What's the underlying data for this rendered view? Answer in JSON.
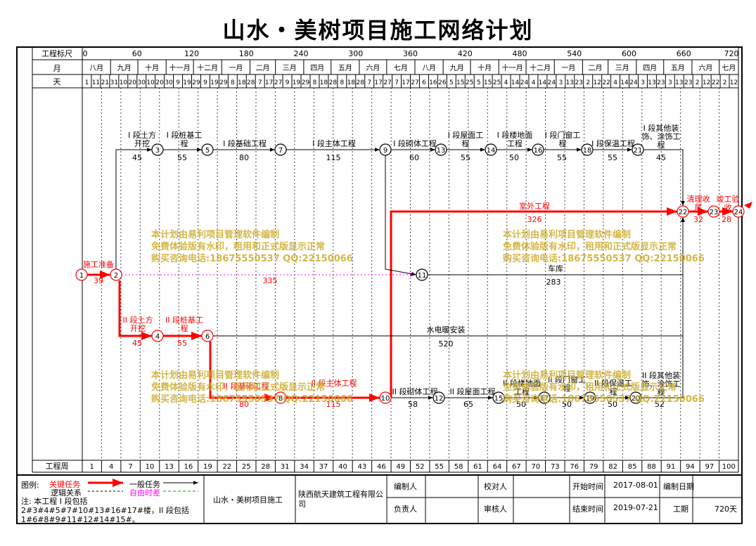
{
  "title": "山水・美树项目施工网络计划",
  "scale": {
    "label": "工程标尺",
    "ticks": [
      "0",
      "60",
      "120",
      "180",
      "240",
      "300",
      "360",
      "420",
      "480",
      "540",
      "600",
      "660",
      "720"
    ]
  },
  "months": {
    "label": "月",
    "items": [
      "八月",
      "九月",
      "十月",
      "十一月",
      "十二月",
      "一月",
      "二月",
      "三月",
      "四月",
      "五月",
      "六月",
      "七月",
      "八月",
      "九月",
      "十月",
      "十一月",
      "十二月",
      "一月",
      "二月",
      "三月",
      "四月",
      "五月",
      "六月",
      "七月"
    ]
  },
  "days": {
    "label": "天",
    "items": [
      "1",
      "11",
      "21",
      "31",
      "10",
      "20",
      "30",
      "10",
      "20",
      "30",
      "9",
      "19",
      "29",
      "9",
      "19",
      "29",
      "8",
      "18",
      "28",
      "7",
      "17",
      "27",
      "9",
      "19",
      "29",
      "8",
      "18",
      "28",
      "8",
      "18",
      "28",
      "7",
      "17",
      "27",
      "7",
      "17",
      "27",
      "6",
      "16",
      "26",
      "5",
      "15",
      "25",
      "5",
      "15",
      "25",
      "4",
      "14",
      "24",
      "4",
      "14",
      "24",
      "3",
      "13",
      "23",
      "2",
      "12",
      "22",
      "4",
      "14",
      "24",
      "3",
      "13",
      "23",
      "3",
      "13",
      "23",
      "2",
      "12",
      "22",
      "2",
      "12"
    ]
  },
  "weeks": {
    "label": "工程周",
    "items": [
      "1",
      "4",
      "7",
      "10",
      "13",
      "16",
      "19",
      "22",
      "25",
      "28",
      "31",
      "34",
      "37",
      "40",
      "43",
      "46",
      "49",
      "52",
      "55",
      "58",
      "61",
      "64",
      "67",
      "70",
      "73",
      "76",
      "79",
      "82",
      "85",
      "88",
      "91",
      "94",
      "97",
      "100"
    ]
  },
  "network": {
    "nodes": [
      "1",
      "2",
      "3",
      "4",
      "5",
      "6",
      "7",
      "8",
      "9",
      "10",
      "11",
      "12",
      "13",
      "14",
      "15",
      "16",
      "17",
      "18",
      "19",
      "20",
      "21",
      "22",
      "23",
      "24"
    ],
    "tasks": [
      {
        "name": "施工准备",
        "duration": "39",
        "critical": true
      },
      {
        "name": "I 段土方开挖",
        "duration": "45",
        "critical": false
      },
      {
        "name": "I 段桩基工程",
        "duration": "55",
        "critical": false
      },
      {
        "name": "I 段基础工程",
        "duration": "80",
        "critical": false
      },
      {
        "name": "I 段主体工程",
        "duration": "115",
        "critical": false
      },
      {
        "name": "I 段砌体工程",
        "duration": "60",
        "critical": false
      },
      {
        "name": "I 段屋面工程",
        "duration": "55",
        "critical": false
      },
      {
        "name": "I 段楼地面工程",
        "duration": "50",
        "critical": false
      },
      {
        "name": "I 段门窗工程",
        "duration": "55",
        "critical": false
      },
      {
        "name": "I 段保温工程",
        "duration": "55",
        "critical": false
      },
      {
        "name": "I 段其他装饰、涂饰工程",
        "duration": "45",
        "critical": false
      },
      {
        "name": "室外工程",
        "duration": "326",
        "critical": true
      },
      {
        "name": "清理收尾",
        "duration": "32",
        "critical": true
      },
      {
        "name": "竣工验收",
        "duration": "28",
        "critical": true
      },
      {
        "name": "车库",
        "duration": "283",
        "critical": false
      },
      {
        "name": "水电暖安装",
        "duration": "520",
        "critical": false
      },
      {
        "name": "II 段土方开挖",
        "duration": "45",
        "critical": true
      },
      {
        "name": "II 段桩基工程",
        "duration": "55",
        "critical": true
      },
      {
        "name": "II 段基础工程",
        "duration": "80",
        "critical": true
      },
      {
        "name": "II 段主体工程",
        "duration": "115",
        "critical": true
      },
      {
        "name": "II 段砌体工程",
        "duration": "58",
        "critical": false
      },
      {
        "name": "II 段屋面工程",
        "duration": "65",
        "critical": false
      },
      {
        "name": "II 段楼地面工程",
        "duration": "50",
        "critical": false
      },
      {
        "name": "II 段门窗工程",
        "duration": "50",
        "critical": false
      },
      {
        "name": "II 段保温工程",
        "duration": "50",
        "critical": false
      },
      {
        "name": "II 段其他装饰、涂饰工程",
        "duration": "52",
        "critical": false
      }
    ],
    "float_duration": "335"
  },
  "watermark": {
    "line1": "本计划由易利项目管理软件编制",
    "line2": "免费体验版有水印，租用和正式版显示正常",
    "line3": "购买咨询电话:18675550537 QQ:22150066"
  },
  "legend": {
    "label": "图例:",
    "critical": "关键任务",
    "normal": "一般任务",
    "logic": "逻辑关系",
    "free_float": "自由时差",
    "note": "注: 本工程 I 段包括2#3#4#5#7#10#13#16#17#楼，II 段包括1#6#8#9#11#12#14#15#。"
  },
  "footer": {
    "project": "山水・美树项目施工",
    "company": "陕西航天建筑工程有限公司",
    "prepared_by_label": "编制人",
    "checked_by_label": "校对人",
    "responsible_label": "负责人",
    "reviewer_label": "审核人",
    "start_label": "开始时间",
    "start_value": "2017-08-01",
    "end_label": "结束时间",
    "end_value": "2019-07-21",
    "edit_date_label": "编制日期",
    "period_label": "工期",
    "period_value": "720天"
  },
  "colors": {
    "critical": "#ff0000",
    "normal": "#000000",
    "free_float": "#ff00ff",
    "milestone": "#ff0000"
  }
}
